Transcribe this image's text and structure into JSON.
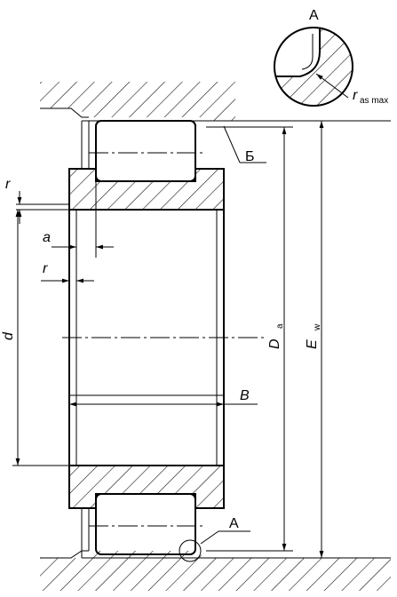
{
  "labels": {
    "detail_A_title": "A",
    "r_as_max": "r",
    "r_as_max_sub": "as max",
    "section_B_cyr": "Б",
    "r_top": "r",
    "a": "a",
    "r_left": "r",
    "d": "d",
    "B": "B",
    "Da": "D",
    "Da_sub": "a",
    "Ew": "E",
    "Ew_sub": "w",
    "A_callout": "A"
  }
}
